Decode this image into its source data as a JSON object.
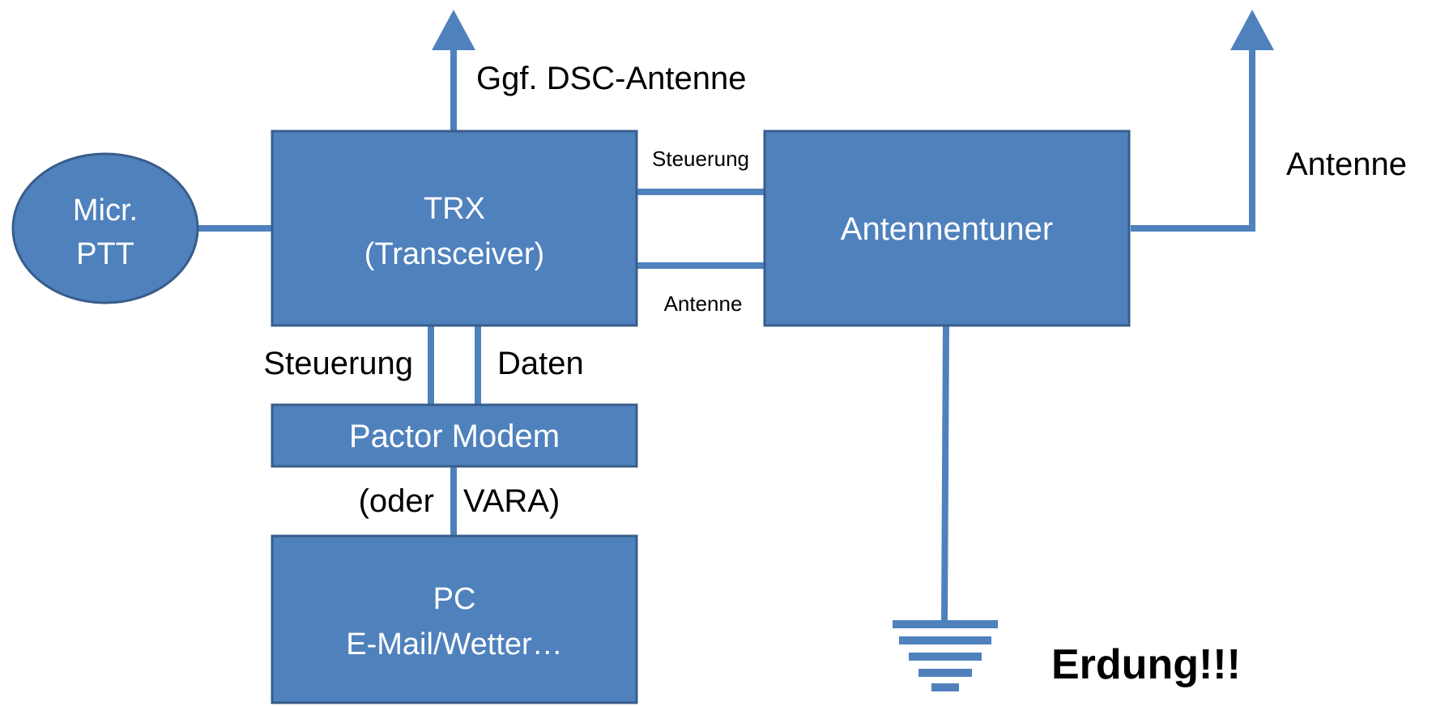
{
  "colors": {
    "box_fill": "#4f81bd",
    "box_stroke": "#385d8a",
    "text_on_box": "#ffffff",
    "label_text": "#000000"
  },
  "nodes": {
    "mic": {
      "line1": "Micr.",
      "line2": "PTT"
    },
    "trx": {
      "line1": "TRX",
      "line2": "(Transceiver)"
    },
    "tuner": {
      "label": "Antennentuner"
    },
    "modem": {
      "label": "Pactor Modem"
    },
    "pc": {
      "line1": "PC",
      "line2": "E-Mail/Wetter…"
    }
  },
  "labels": {
    "dsc_antenna": "Ggf. DSC-Antenne",
    "antenna": "Antenne",
    "link_control_top": "Steuerung",
    "link_antenna_bottom": "Antenne",
    "modem_control": "Steuerung",
    "modem_data": "Daten",
    "alt_oder": "(oder",
    "alt_vara": "VARA)",
    "grounding": "Erdung!!!"
  },
  "icons": {
    "ground": "ground-symbol-icon",
    "arrow": "arrow-up-icon"
  }
}
